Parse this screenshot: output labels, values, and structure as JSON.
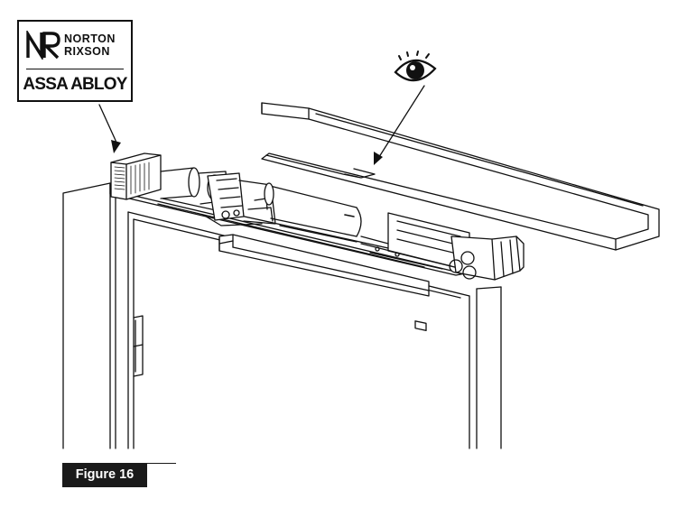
{
  "logo": {
    "line1": "NORTON",
    "line2": "RIXSON",
    "line3": "ASSA ABLOY"
  },
  "figure": {
    "label": "Figure 16"
  },
  "icons": {
    "eye": "eye-icon"
  },
  "colors": {
    "ink": "#111111",
    "label_bg": "#1a1a1a",
    "label_text": "#ffffff"
  }
}
